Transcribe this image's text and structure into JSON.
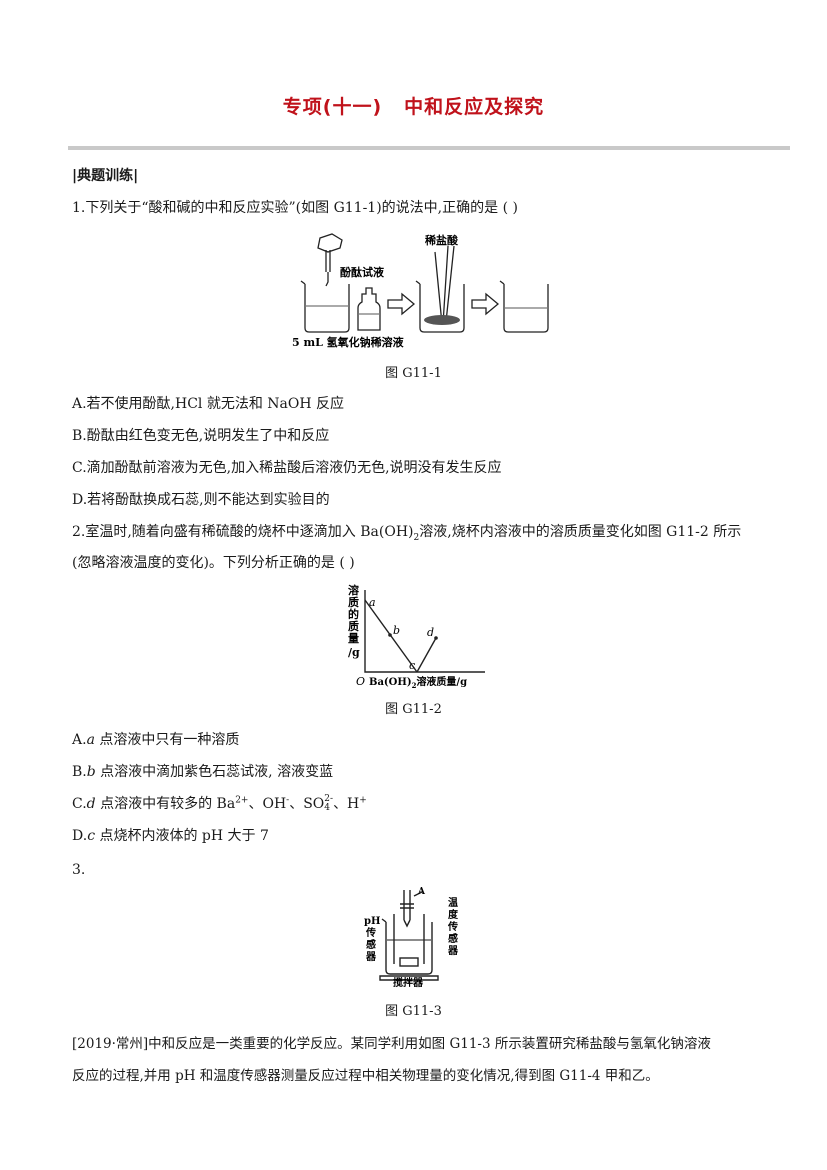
{
  "title": {
    "left": "专项(十一)",
    "right": "中和反应及探究"
  },
  "section_label": "|典题训练|",
  "q1": {
    "stem": "1.下列关于“酸和碱的中和反应实验”(如图 G11-1)的说法中,正确的是   (      )",
    "fig_labels": {
      "indicator": "酚酞试液",
      "acid": "稀盐酸",
      "base": "5 mL 氢氧化钠稀溶液"
    },
    "caption": "图 G11-1",
    "options": [
      "A.若不使用酚酞,HCl 就无法和 NaOH 反应",
      "B.酚酞由红色变无色,说明发生了中和反应",
      "C.滴加酚酞前溶液为无色,加入稀盐酸后溶液仍无色,说明没有发生反应",
      "D.若将酚酞换成石蕊,则不能达到实验目的"
    ]
  },
  "q2": {
    "stem_1a": "2.室温时,随着向盛有稀硫酸的烧杯中逐滴加入 Ba(OH)",
    "stem_1sub": "2",
    "stem_1b": "溶液,烧杯内溶液中的溶质质量变化如图 G11-2 所示",
    "stem_2": "(忽略溶液温度的变化)。下列分析正确的是   (      )",
    "chart_labels": {
      "ylabel": [
        "溶",
        "质",
        "的",
        "质",
        "量",
        "/g"
      ],
      "origin": "O",
      "xlabel_a": "Ba(OH)",
      "xlabel_sub": "2",
      "xlabel_b": "溶液质量/g",
      "point_a": "a",
      "point_b": "b",
      "point_c": "c",
      "point_d": "d"
    },
    "caption": "图 G11-2",
    "optA": {
      "pre": "A.",
      "pt": "a",
      "text": " 点溶液中只有一种溶质"
    },
    "optB": {
      "pre": "B.",
      "pt": "b",
      "text": " 点溶液中滴加紫色石蕊试液, 溶液变蓝"
    },
    "optC": {
      "pre": "C.",
      "pt": "d",
      "text": " 点溶液中有较多的 Ba",
      "ba_sup": "2+",
      "oh": "、OH",
      "oh_sup": "-",
      "so": "、SO",
      "so_sup": "2-",
      "so_sub": "4",
      "h": "、H",
      "h_sup": "+"
    },
    "optD": {
      "pre": "D.",
      "pt": "c",
      "text": " 点烧杯内液体的 pH 大于 7"
    }
  },
  "q3": {
    "num": "3.",
    "fig_labels": {
      "a": "A",
      "ph_sensor": [
        "pH",
        "传",
        "感",
        "器"
      ],
      "temp_sensor": [
        "温",
        "度",
        "传",
        "感",
        "器"
      ],
      "stirrer": "搅拌器"
    },
    "caption": "图 G11-3",
    "text_1": "[2019·常州]中和反应是一类重要的化学反应。某同学利用如图 G11-3 所示装置研究稀盐酸与氢氧化钠溶液",
    "text_2": "反应的过程,并用 pH 和温度传感器测量反应过程中相关物理量的变化情况,得到图 G11-4 甲和乙。"
  },
  "colors": {
    "title_red": "#c0121b",
    "rule_gray": "#c9c9c9",
    "text": "#1a1a1a"
  }
}
